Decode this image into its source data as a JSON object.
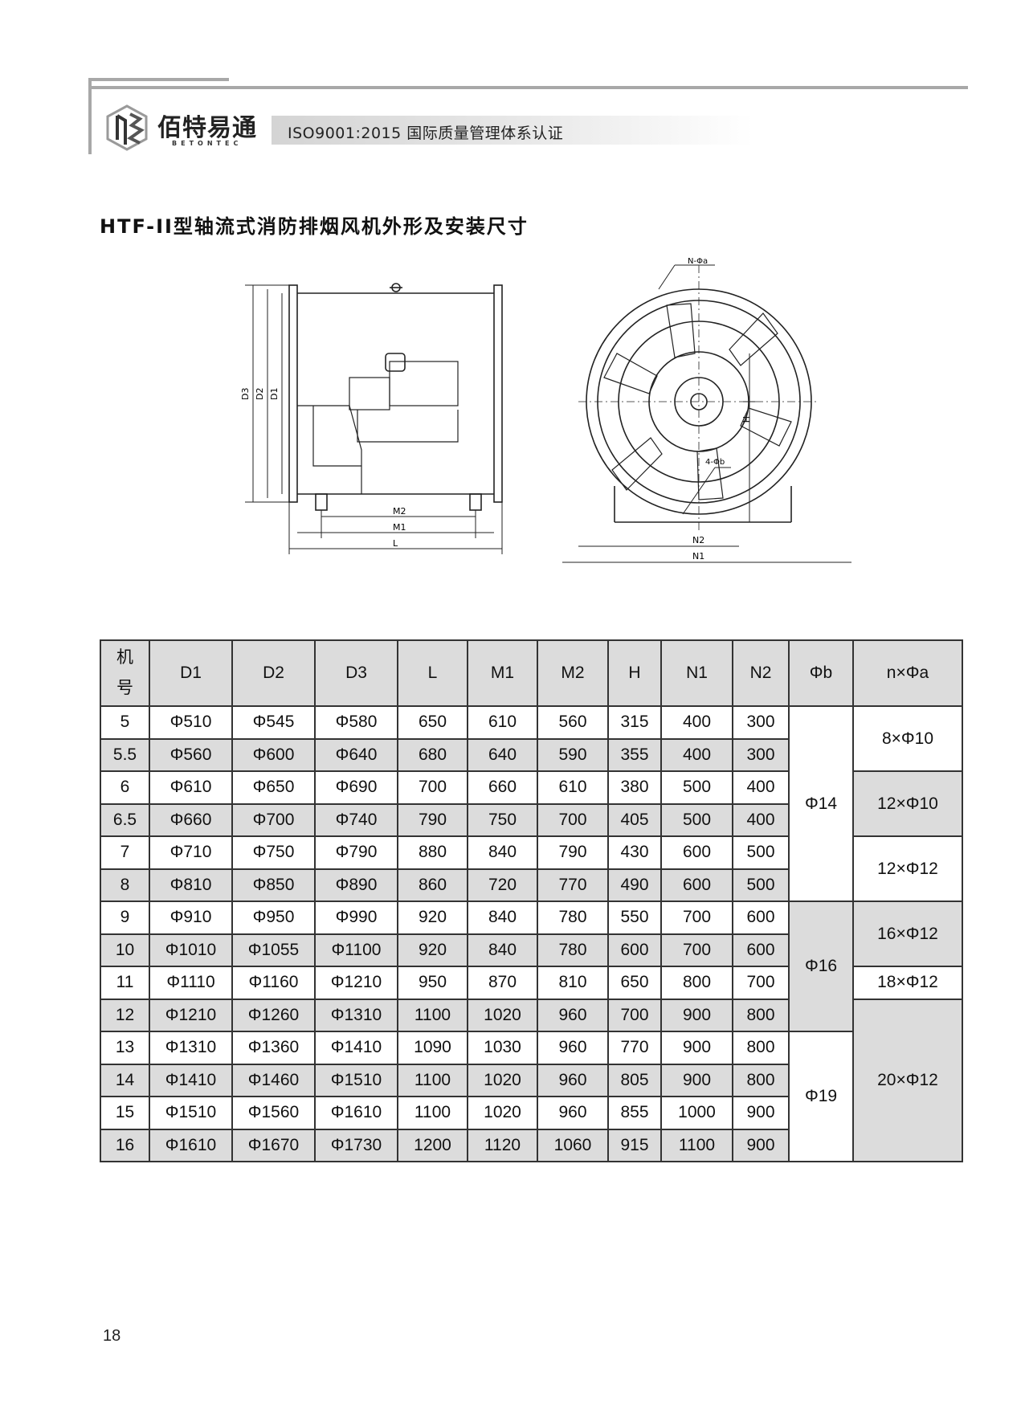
{
  "header": {
    "brand_cn": "佰特易通",
    "brand_en": "BETONTEC",
    "certification": "ISO9001:2015 国际质量管理体系认证"
  },
  "title": "HTF-II型轴流式消防排烟风机外形及安装尺寸",
  "drawing": {
    "side_labels": {
      "d1": "D1",
      "d2": "D2",
      "d3": "D3",
      "m2": "M2",
      "m1": "M1",
      "l": "L"
    },
    "front_labels": {
      "holes": "N-Φa",
      "feet": "4-Φb",
      "h": "H",
      "n2": "N2",
      "n1": "N1"
    }
  },
  "table": {
    "headers": [
      "机",
      "号",
      "D1",
      "D2",
      "D3",
      "L",
      "M1",
      "M2",
      "H",
      "N1",
      "N2",
      "Φb",
      "n×Φa"
    ],
    "rows": [
      [
        "5",
        "Φ510",
        "Φ545",
        "Φ580",
        "650",
        "610",
        "560",
        "315",
        "400",
        "300"
      ],
      [
        "5.5",
        "Φ560",
        "Φ600",
        "Φ640",
        "680",
        "640",
        "590",
        "355",
        "400",
        "300"
      ],
      [
        "6",
        "Φ610",
        "Φ650",
        "Φ690",
        "700",
        "660",
        "610",
        "380",
        "500",
        "400"
      ],
      [
        "6.5",
        "Φ660",
        "Φ700",
        "Φ740",
        "790",
        "750",
        "700",
        "405",
        "500",
        "400"
      ],
      [
        "7",
        "Φ710",
        "Φ750",
        "Φ790",
        "880",
        "840",
        "790",
        "430",
        "600",
        "500"
      ],
      [
        "8",
        "Φ810",
        "Φ850",
        "Φ890",
        "860",
        "720",
        "770",
        "490",
        "600",
        "500"
      ],
      [
        "9",
        "Φ910",
        "Φ950",
        "Φ990",
        "920",
        "840",
        "780",
        "550",
        "700",
        "600"
      ],
      [
        "10",
        "Φ1010",
        "Φ1055",
        "Φ1100",
        "920",
        "840",
        "780",
        "600",
        "700",
        "600"
      ],
      [
        "11",
        "Φ1110",
        "Φ1160",
        "Φ1210",
        "950",
        "870",
        "810",
        "650",
        "800",
        "700"
      ],
      [
        "12",
        "Φ1210",
        "Φ1260",
        "Φ1310",
        "1100",
        "1020",
        "960",
        "700",
        "900",
        "800"
      ],
      [
        "13",
        "Φ1310",
        "Φ1360",
        "Φ1410",
        "1090",
        "1030",
        "960",
        "770",
        "900",
        "800"
      ],
      [
        "14",
        "Φ1410",
        "Φ1460",
        "Φ1510",
        "1100",
        "1020",
        "960",
        "805",
        "900",
        "800"
      ],
      [
        "15",
        "Φ1510",
        "Φ1560",
        "Φ1610",
        "1100",
        "1020",
        "960",
        "855",
        "1000",
        "900"
      ],
      [
        "16",
        "Φ1610",
        "Φ1670",
        "Φ1730",
        "1200",
        "1120",
        "1060",
        "915",
        "1100",
        "900"
      ]
    ],
    "phi_b": [
      "Φ14",
      "Φ16",
      "Φ19"
    ],
    "n_phi_a": [
      "8×Φ10",
      "12×Φ10",
      "12×Φ12",
      "16×Φ12",
      "18×Φ12",
      "20×Φ12"
    ]
  },
  "page_number": "18"
}
